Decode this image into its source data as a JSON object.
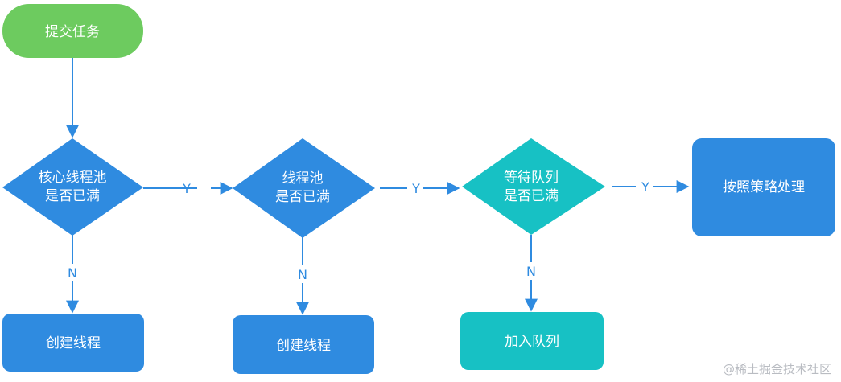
{
  "colors": {
    "start": "#6dcb5f",
    "decision_blue": "#2f8be0",
    "decision_teal": "#17c1c4",
    "process_blue": "#2f8be0",
    "process_teal": "#17c1c4",
    "edge": "#2f8be0"
  },
  "nodes": {
    "submit_task": "提交任务",
    "core_pool_full": [
      "核心线程池",
      "是否已满"
    ],
    "pool_full": [
      "线程池",
      "是否已满"
    ],
    "queue_full": [
      "等待队列",
      "是否已满"
    ],
    "apply_policy": "按照策略处理",
    "create_thread_1": "创建线程",
    "create_thread_2": "创建线程",
    "add_to_queue": "加入队列"
  },
  "edges": {
    "yes": "Y",
    "no": "N"
  },
  "watermark": "@稀土掘金技术社区"
}
